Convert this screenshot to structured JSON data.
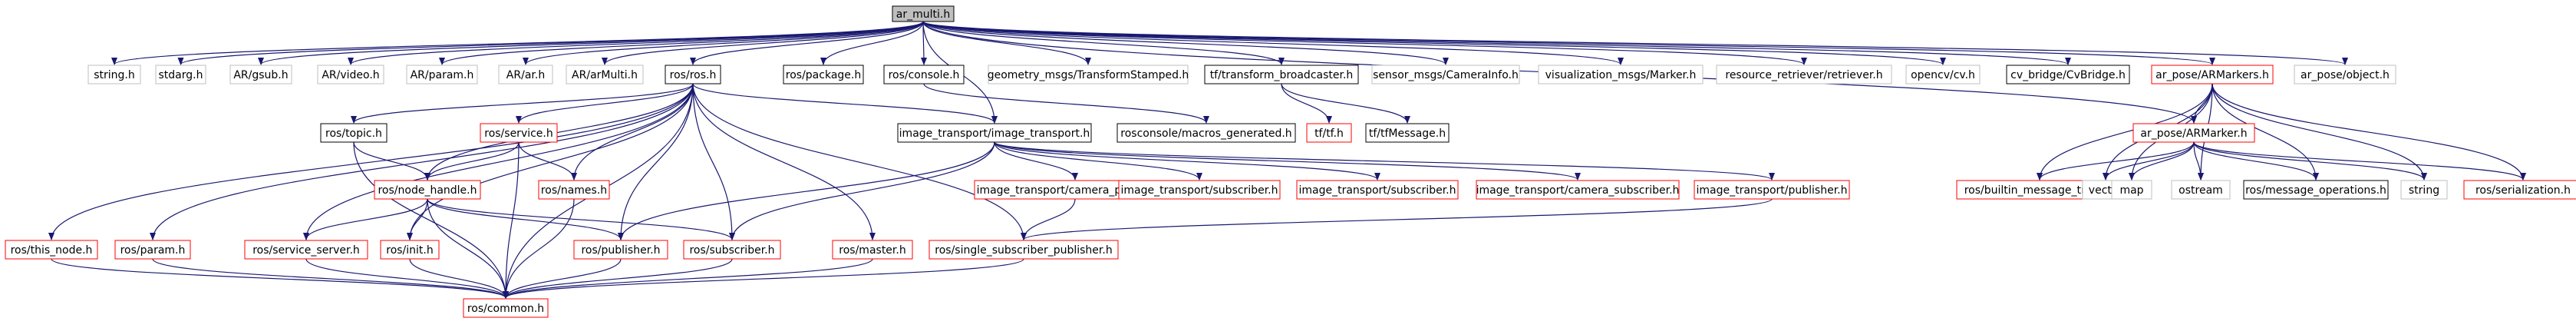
{
  "diagram": {
    "nodes": [
      {
        "id": "ar_multi",
        "label": "ar_multi.h",
        "style": "root"
      },
      {
        "id": "string_h",
        "label": "string.h",
        "style": "gray"
      },
      {
        "id": "stdarg",
        "label": "stdarg.h",
        "style": "gray"
      },
      {
        "id": "argsub",
        "label": "AR/gsub.h",
        "style": "gray"
      },
      {
        "id": "arvideo",
        "label": "AR/video.h",
        "style": "gray"
      },
      {
        "id": "arparam",
        "label": "AR/param.h",
        "style": "gray"
      },
      {
        "id": "arar",
        "label": "AR/ar.h",
        "style": "gray"
      },
      {
        "id": "ararmulti",
        "label": "AR/arMulti.h",
        "style": "gray"
      },
      {
        "id": "rosros",
        "label": "ros/ros.h",
        "style": "black"
      },
      {
        "id": "rospackage",
        "label": "ros/package.h",
        "style": "black"
      },
      {
        "id": "rosconsole",
        "label": "ros/console.h",
        "style": "black"
      },
      {
        "id": "geomts",
        "label": "geometry_msgs/TransformStamped.h",
        "style": "gray"
      },
      {
        "id": "tfbroad",
        "label": "tf/transform_broadcaster.h",
        "style": "black"
      },
      {
        "id": "caminfo",
        "label": "sensor_msgs/CameraInfo.h",
        "style": "gray"
      },
      {
        "id": "vismarker",
        "label": "visualization_msgs/Marker.h",
        "style": "gray"
      },
      {
        "id": "resret",
        "label": "resource_retriever/retriever.h",
        "style": "gray"
      },
      {
        "id": "opencv",
        "label": "opencv/cv.h",
        "style": "gray"
      },
      {
        "id": "cvbridge",
        "label": "cv_bridge/CvBridge.h",
        "style": "black"
      },
      {
        "id": "armarkers",
        "label": "ar_pose/ARMarkers.h",
        "style": "red"
      },
      {
        "id": "arobject",
        "label": "ar_pose/object.h",
        "style": "gray"
      },
      {
        "id": "rostopic",
        "label": "ros/topic.h",
        "style": "black"
      },
      {
        "id": "rosservice",
        "label": "ros/service.h",
        "style": "red"
      },
      {
        "id": "imgtrans",
        "label": "image_transport/image_transport.h",
        "style": "black"
      },
      {
        "id": "macrosgen",
        "label": "rosconsole/macros_generated.h",
        "style": "black"
      },
      {
        "id": "tfh",
        "label": "tf/tf.h",
        "style": "red"
      },
      {
        "id": "tfmsg",
        "label": "tf/tfMessage.h",
        "style": "black"
      },
      {
        "id": "armarker",
        "label": "ar_pose/ARMarker.h",
        "style": "red"
      },
      {
        "id": "nodehandle",
        "label": "ros/node_handle.h",
        "style": "red"
      },
      {
        "id": "rosnames",
        "label": "ros/names.h",
        "style": "red"
      },
      {
        "id": "campub",
        "label": "image_transport/camera_publisher.h",
        "style": "red"
      },
      {
        "id": "itsub1",
        "label": "image_transport/subscriber.h",
        "style": "red"
      },
      {
        "id": "itsub2",
        "label": "image_transport/subscriber.h",
        "style": "red"
      },
      {
        "id": "camsub",
        "label": "image_transport/camera_subscriber.h",
        "style": "red"
      },
      {
        "id": "itpub",
        "label": "image_transport/publisher.h",
        "style": "red"
      },
      {
        "id": "builtin",
        "label": "ros/builtin_message_traits.h",
        "style": "red"
      },
      {
        "id": "vector",
        "label": "vector",
        "style": "gray"
      },
      {
        "id": "map",
        "label": "map",
        "style": "gray"
      },
      {
        "id": "ostream",
        "label": "ostream",
        "style": "gray"
      },
      {
        "id": "msgops",
        "label": "ros/message_operations.h",
        "style": "black"
      },
      {
        "id": "string2",
        "label": "string",
        "style": "gray"
      },
      {
        "id": "serial",
        "label": "ros/serialization.h",
        "style": "red"
      },
      {
        "id": "thisnode",
        "label": "ros/this_node.h",
        "style": "red"
      },
      {
        "id": "rosparam",
        "label": "ros/param.h",
        "style": "red"
      },
      {
        "id": "servserver",
        "label": "ros/service_server.h",
        "style": "red"
      },
      {
        "id": "rosinit",
        "label": "ros/init.h",
        "style": "red"
      },
      {
        "id": "rospub",
        "label": "ros/publisher.h",
        "style": "red"
      },
      {
        "id": "rossub",
        "label": "ros/subscriber.h",
        "style": "red"
      },
      {
        "id": "rosmaster",
        "label": "ros/master.h",
        "style": "red"
      },
      {
        "id": "singlesub",
        "label": "ros/single_subscriber_publisher.h",
        "style": "red"
      },
      {
        "id": "roscommon",
        "label": "ros/common.h",
        "style": "red"
      }
    ],
    "colors": {
      "edge": "#191970",
      "root_fill": "#bfbfbf",
      "black_border": "#000000",
      "red_border": "#ff0000",
      "gray_border": "#bfbfbf",
      "text": "#000000"
    }
  }
}
